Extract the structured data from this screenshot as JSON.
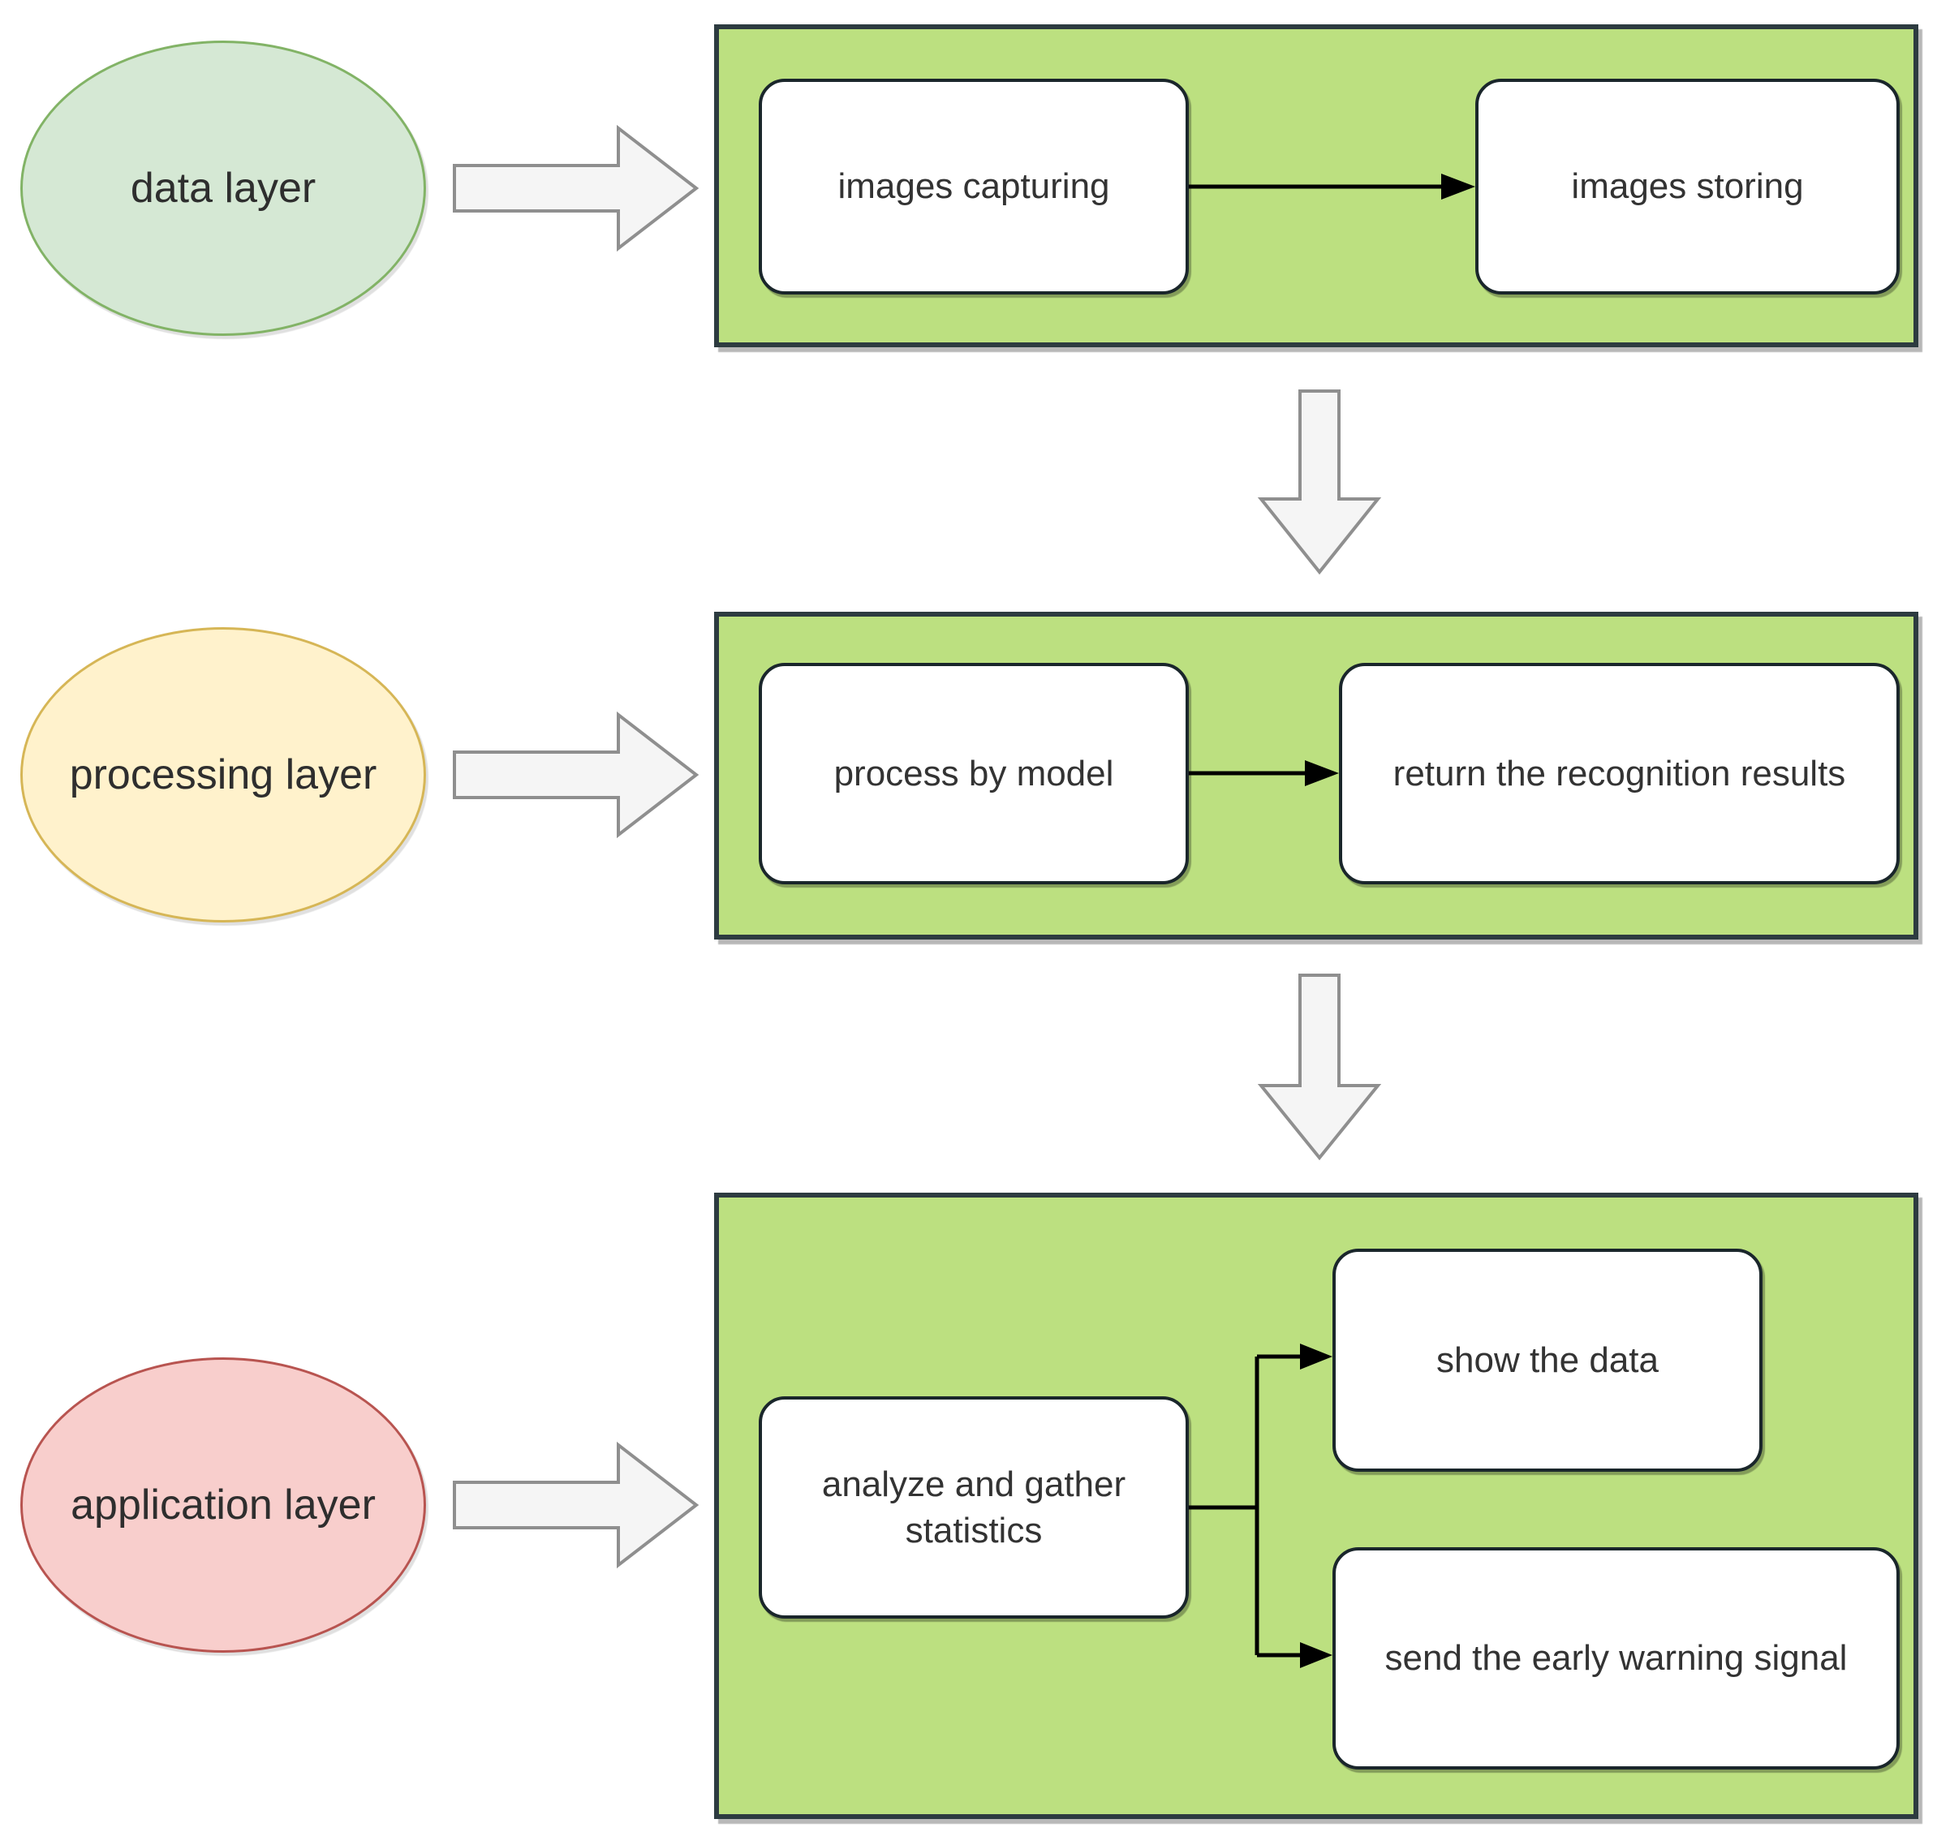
{
  "diagram": {
    "layers": [
      {
        "label": "data layer",
        "fill": "#d5e8d4",
        "stroke": "#82b366"
      },
      {
        "label": "processing layer",
        "fill": "#fff2cc",
        "stroke": "#d6b656"
      },
      {
        "label": "application layer",
        "fill": "#f8cecc",
        "stroke": "#b85450"
      }
    ],
    "nodes": {
      "images_capturing": "images capturing",
      "images_storing": "images storing",
      "process_by_model": "process by model",
      "return_results": "return the recognition results",
      "analyze_stats": "analyze and gather statistics",
      "show_data": "show the data",
      "send_warning": "send the early warning signal"
    },
    "edges": [
      {
        "from": "images capturing",
        "to": "images storing"
      },
      {
        "from": "data layer container",
        "to": "processing layer container"
      },
      {
        "from": "process by model",
        "to": "return the recognition results"
      },
      {
        "from": "processing layer container",
        "to": "application layer container"
      },
      {
        "from": "analyze and gather statistics",
        "to": "show the data"
      },
      {
        "from": "analyze and gather statistics",
        "to": "send the early warning signal"
      }
    ],
    "colors": {
      "container_fill": "#bce080",
      "container_border": "#2d3b40",
      "node_fill": "#ffffff",
      "node_border": "#1a262b",
      "block_arrow_fill": "#f5f5f5",
      "block_arrow_stroke": "#8f8f8f",
      "connector": "#000000"
    }
  }
}
